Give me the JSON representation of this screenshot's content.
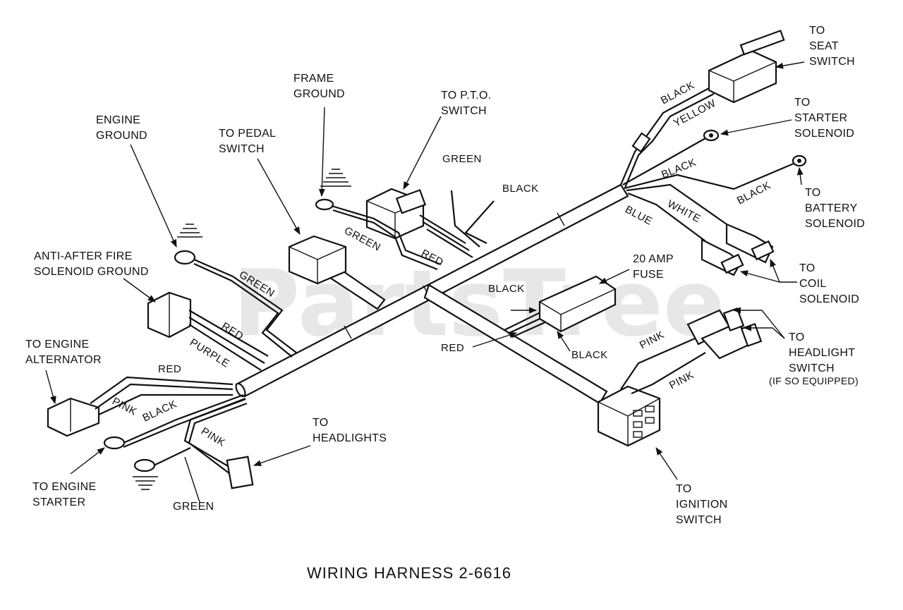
{
  "watermark": "PartsTree",
  "caption": "WIRING HARNESS 2-6616",
  "callouts": {
    "seat_switch": [
      "TO",
      "SEAT",
      "SWITCH"
    ],
    "starter_solenoid": [
      "TO",
      "STARTER",
      "SOLENOID"
    ],
    "battery_solenoid": [
      "TO",
      "BATTERY",
      "SOLENOID"
    ],
    "coil_solenoid": [
      "TO",
      "COIL",
      "SOLENOID"
    ],
    "headlight_switch": [
      "TO",
      "HEADLIGHT",
      "SWITCH",
      "(IF SO EQUIPPED)"
    ],
    "ignition_switch": [
      "TO",
      "IGNITION",
      "SWITCH"
    ],
    "fuse": [
      "20 AMP",
      "FUSE"
    ],
    "pto_switch": [
      "TO P.T.O.",
      "SWITCH"
    ],
    "frame_ground": [
      "FRAME",
      "GROUND"
    ],
    "pedal_switch": [
      "TO PEDAL",
      "SWITCH"
    ],
    "engine_ground": [
      "ENGINE",
      "GROUND"
    ],
    "anti_after_fire": [
      "ANTI-AFTER FIRE",
      "SOLENOID GROUND"
    ],
    "engine_alternator": [
      "TO ENGINE",
      "ALTERNATOR"
    ],
    "engine_starter": [
      "TO ENGINE",
      "STARTER"
    ],
    "headlights": [
      "TO",
      "HEADLIGHTS"
    ],
    "green_bottom": "GREEN"
  },
  "wire_labels": {
    "black_seat": "BLACK",
    "yellow_seat": "YELLOW",
    "black_starter": "BLACK",
    "black_battery": "BLACK",
    "white_coil": "WHITE",
    "blue_coil": "BLUE",
    "green_pto": "GREEN",
    "black_pto": "BLACK",
    "green_frame": "GREEN",
    "red_pedal": "RED",
    "green_engine": "GREEN",
    "red_antifire": "RED",
    "purple_antifire": "PURPLE",
    "red_alt": "RED",
    "pink_alt": "PINK",
    "black_starter_left": "BLACK",
    "pink_headlights": "PINK",
    "black_fuse_top": "BLACK",
    "red_fuse": "RED",
    "black_fuse_bottom": "BLACK",
    "pink_hs_top": "PINK",
    "pink_hs_bottom": "PINK"
  }
}
